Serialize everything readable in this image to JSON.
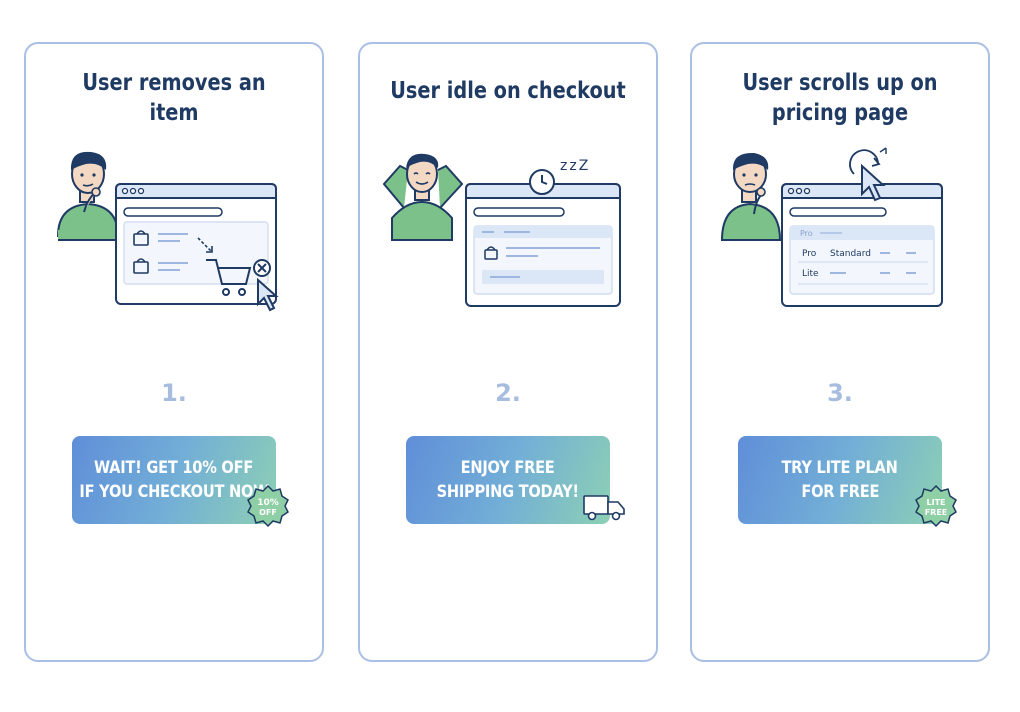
{
  "cards": [
    {
      "title_lines": [
        "User removes an",
        "item"
      ],
      "step": "1.",
      "offer_lines": [
        "WAIT! GET 10% OFF",
        "IF YOU CHECKOUT NOW"
      ],
      "badge_lines": [
        "10%",
        "OFF"
      ]
    },
    {
      "title_lines": [
        "User idle on checkout"
      ],
      "step": "2.",
      "offer_lines": [
        "ENJOY FREE",
        "SHIPPING TODAY!"
      ],
      "idle_text": "zzZ"
    },
    {
      "title_lines": [
        "User scrolls up on",
        "pricing page"
      ],
      "step": "3.",
      "offer_lines": [
        "TRY LITE PLAN",
        "FOR FREE"
      ],
      "badge_lines": [
        "LITE",
        "FREE"
      ],
      "pricing_rows": [
        "Pro",
        "Pro",
        "Standard",
        "Lite"
      ]
    }
  ],
  "colors": {
    "card_border": "#a9bfe6",
    "title": "#1f3a63",
    "step_number": "#a7bddf",
    "shirt": "#7cc08a",
    "badge": "#8fcfa5"
  }
}
